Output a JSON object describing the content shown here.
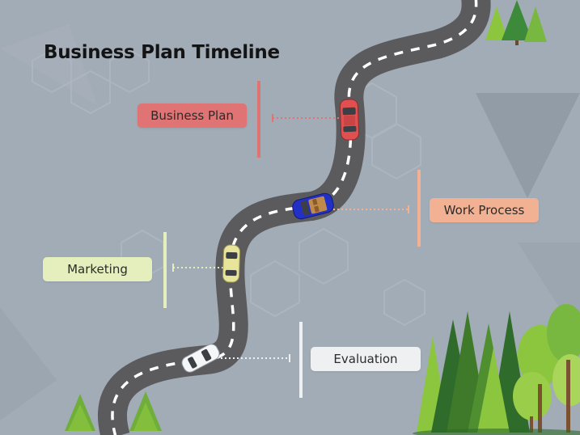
{
  "title": "Business Plan Timeline",
  "milestones": [
    {
      "label": "Business Plan",
      "color": "#e07373",
      "car_color": "#e05050"
    },
    {
      "label": "Work Process",
      "color": "#f2b193",
      "car_color": "#2230c8"
    },
    {
      "label": "Marketing",
      "color": "#e4efbd",
      "car_color": "#e8e49a"
    },
    {
      "label": "Evaluation",
      "color": "#eff0f2",
      "car_color": "#f4f6f8"
    }
  ],
  "colors": {
    "background": "#a2acb6",
    "road": "#5b5b5e",
    "road_marking": "#ffffff",
    "tree_dark": "#3f7a2a",
    "tree_light": "#8cc63f"
  }
}
